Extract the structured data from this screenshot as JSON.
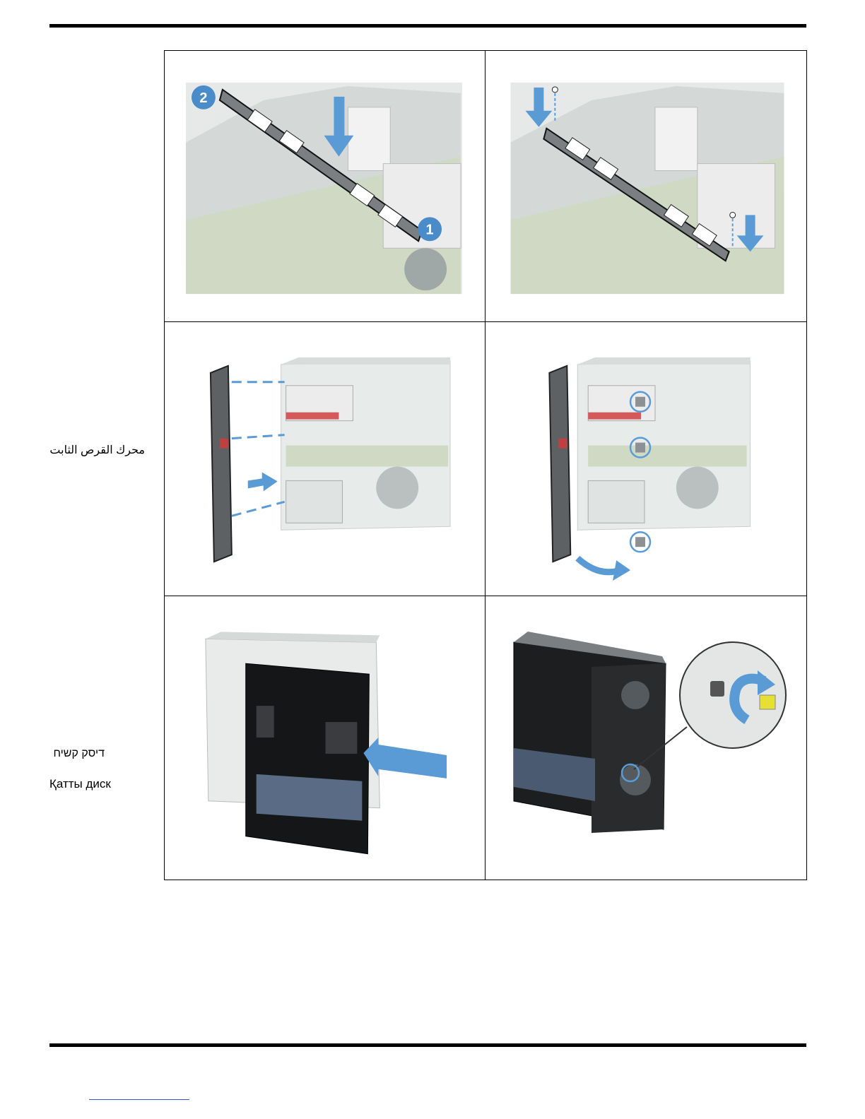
{
  "labels": {
    "arabic": "محرك القرص الثابت",
    "hebrew": "דיסק קשיח",
    "kazakh": "Қатты диск"
  },
  "figures": [
    {
      "id": "fig-1",
      "step_markers": [
        "2",
        "1"
      ]
    },
    {
      "id": "fig-2"
    },
    {
      "id": "fig-3"
    },
    {
      "id": "fig-4"
    },
    {
      "id": "fig-5"
    },
    {
      "id": "fig-6"
    }
  ],
  "colors": {
    "accent_blue": "#5b9bd5",
    "step_circle": "#4a8bc9",
    "rule": "#000000"
  },
  "icons": [
    "down-arrow-icon",
    "right-arrow-icon",
    "curved-arrow-icon",
    "screw-icon"
  ]
}
